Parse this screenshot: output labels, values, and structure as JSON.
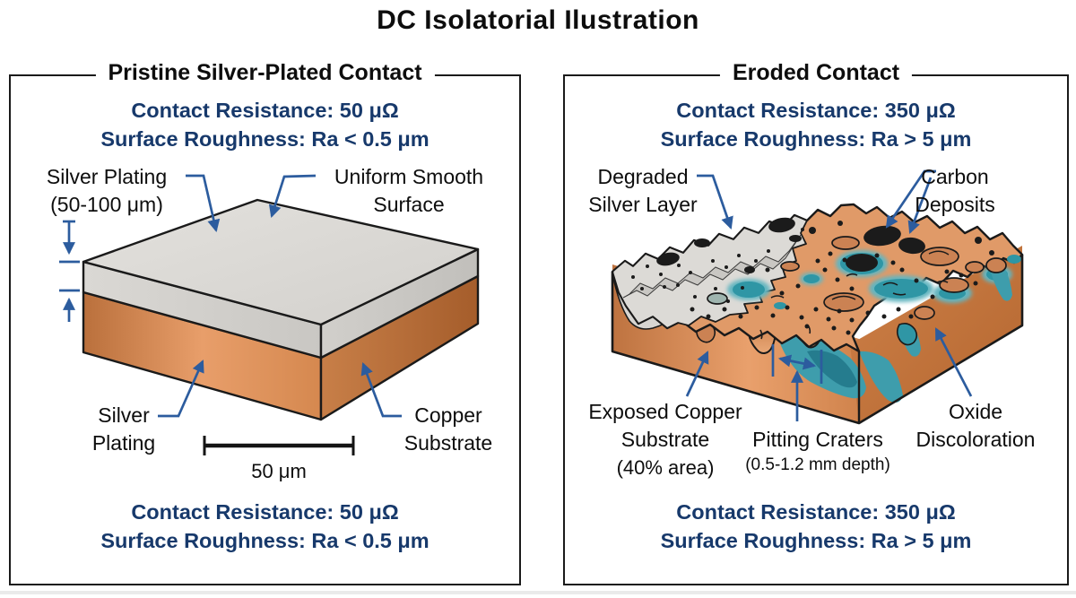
{
  "title": "DC Isolatorial Ilustration",
  "colors": {
    "navy_text": "#17396B",
    "arrow_blue": "#2C5C9E",
    "outline_black": "#1A1A1A",
    "silver_gray": "#DBD9D5",
    "degraded_silver_gray": "#DCDAD6",
    "copper_light": "#E89E6A",
    "copper_dark": "#B4662F",
    "eroded_copper_top": "#E09A68",
    "oxide_teal": "#2F96A5",
    "carbon_black": "#1B1B1B"
  },
  "left": {
    "title": "Pristine Silver-Plated Contact",
    "contact_resistance": "Contact Resistance: 50 μΩ",
    "surface_roughness": "Surface Roughness: Ra < 0.5 μm",
    "labels": {
      "silver_top": [
        "Silver Plating",
        "(50-100 μm)"
      ],
      "uniform": [
        "Uniform Smooth",
        "Surface"
      ],
      "silver_bottom": [
        "Silver",
        "Plating"
      ],
      "copper": [
        "Copper",
        "Substrate"
      ],
      "scale": "50 μm"
    }
  },
  "right": {
    "title": "Eroded Contact",
    "contact_resistance": "Contact Resistance: 350 μΩ",
    "surface_roughness": "Surface Roughness: Ra > 5 μm",
    "labels": {
      "degraded": [
        "Degraded",
        "Silver Layer"
      ],
      "carbon": [
        "Carbon",
        "Deposits"
      ],
      "exposed": [
        "Exposed Copper",
        "Substrate",
        "(40% area)"
      ],
      "pitting": [
        "Pitting Craters",
        "(0.5-1.2 mm depth)"
      ],
      "oxide": [
        "Oxide",
        "Discoloration"
      ]
    }
  }
}
